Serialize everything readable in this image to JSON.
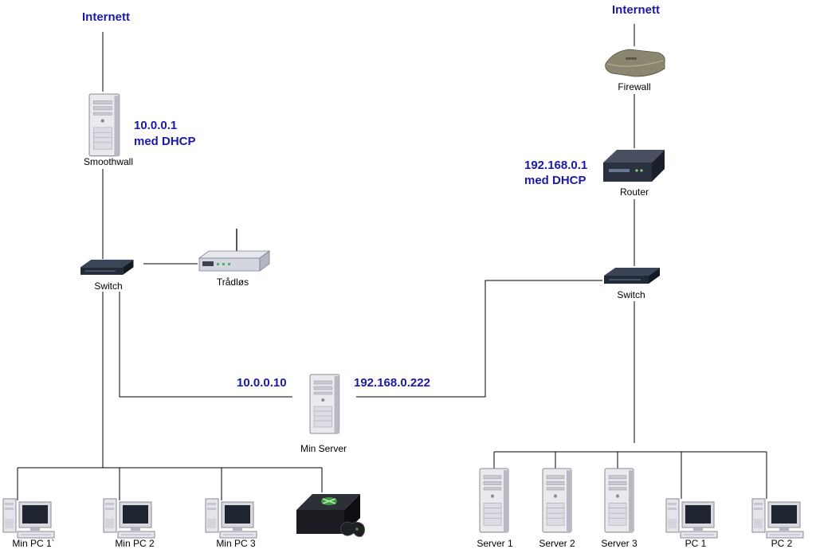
{
  "left": {
    "internet": "Internett",
    "smoothwall": {
      "label": "Smoothwall",
      "ip": "10.0.0.1",
      "ip_note": "med DHCP"
    },
    "switch": "Switch",
    "wireless": "Trådløs",
    "pcs": [
      "Min PC 1`",
      "Min PC 2",
      "Min PC 3"
    ]
  },
  "center": {
    "server": "Min Server",
    "ip_left": "10.0.0.10",
    "ip_right": "192.168.0.222"
  },
  "right": {
    "internet": "Internett",
    "firewall": "Firewall",
    "router": {
      "label": "Router",
      "ip": "192.168.0.1",
      "ip_note": "med DHCP"
    },
    "switch": "Switch",
    "hosts": [
      "Server 1",
      "Server 2",
      "Server 3",
      "PC 1",
      "PC 2"
    ]
  },
  "colors": {
    "ip_text": "#1a1aa6",
    "lines": "#000000"
  }
}
